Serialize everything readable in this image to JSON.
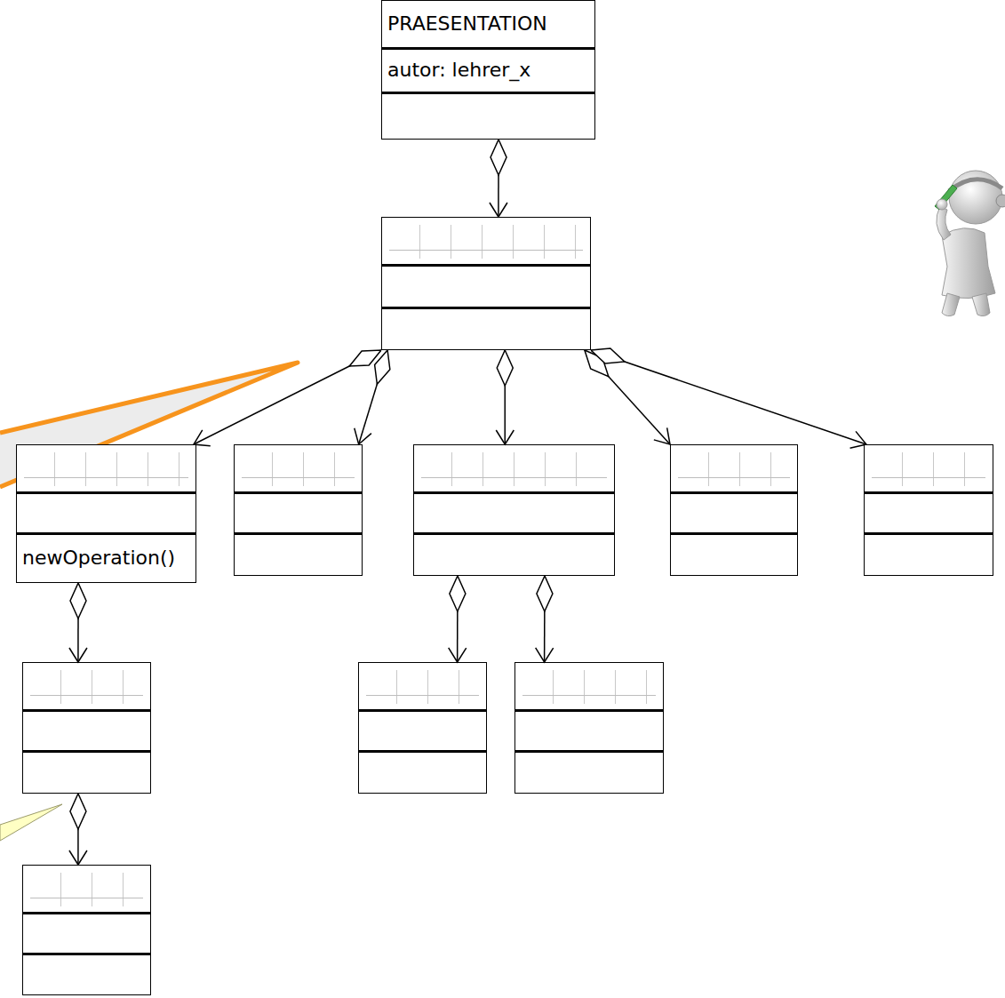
{
  "diagram": {
    "nodes": [
      {
        "text": [
          "PRAESENTATION",
          "autor: lehrer_x"
        ]
      },
      {
        "text": []
      },
      {
        "text": [
          "newOperation()"
        ]
      },
      {
        "text": []
      },
      {
        "text": []
      },
      {
        "text": []
      },
      {
        "text": []
      },
      {
        "text": []
      },
      {
        "text": []
      },
      {
        "text": []
      },
      {
        "text": []
      }
    ],
    "edges": [
      {
        "from": 0,
        "to": 1,
        "arrow": "both"
      },
      {
        "from": 1,
        "to": 2,
        "arrow": "both"
      },
      {
        "from": 1,
        "to": 3,
        "arrow": "both"
      },
      {
        "from": 1,
        "to": 4,
        "arrow": "both"
      },
      {
        "from": 1,
        "to": 5,
        "arrow": "both"
      },
      {
        "from": 1,
        "to": 6,
        "arrow": "both"
      },
      {
        "from": 2,
        "to": 7,
        "arrow": "both"
      },
      {
        "from": 7,
        "to": 10,
        "arrow": "both"
      },
      {
        "from": 4,
        "to": 8,
        "arrow": "both"
      },
      {
        "from": 4,
        "to": 9,
        "arrow": "both"
      }
    ]
  }
}
